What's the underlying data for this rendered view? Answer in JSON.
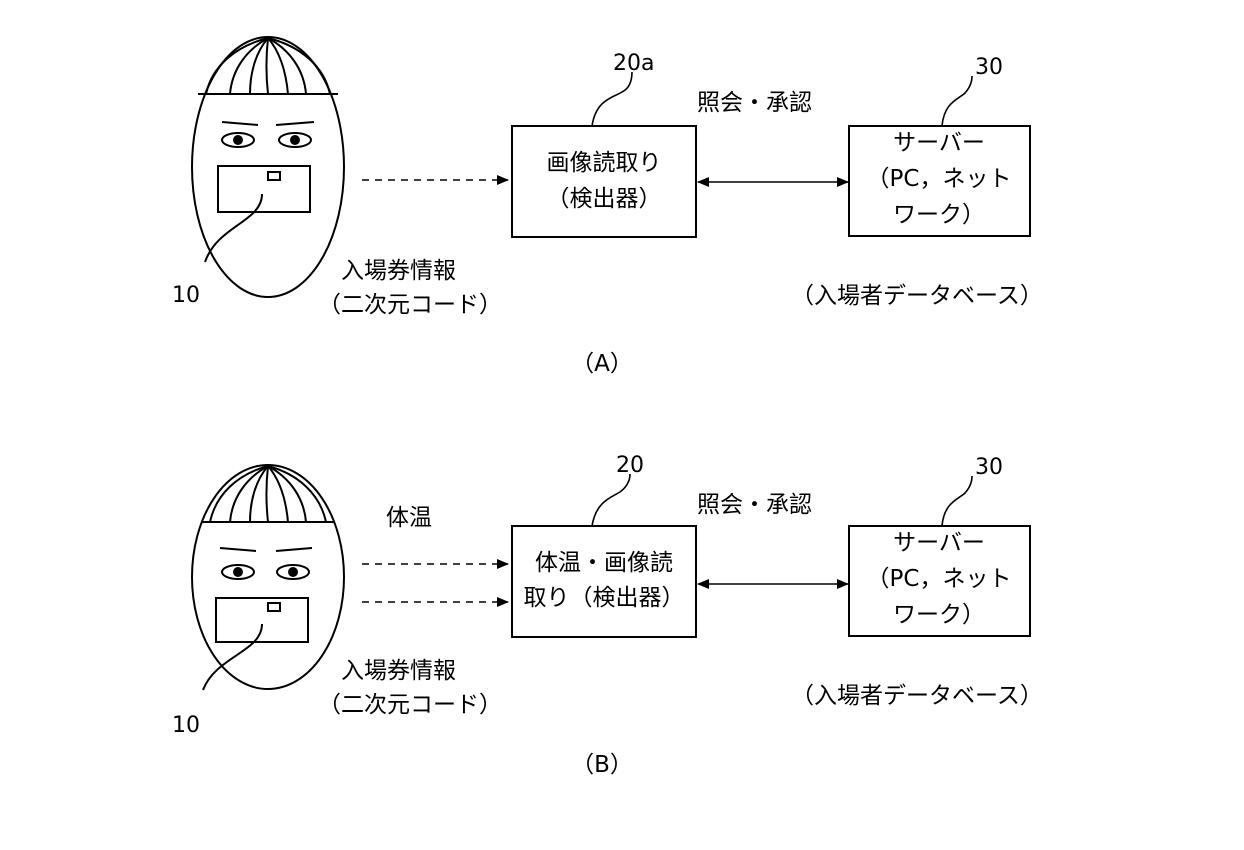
{
  "panel_a": {
    "label": "（A）",
    "ref_person": "10",
    "ticket_info_line1": "入場券情報",
    "ticket_info_line2": "（二次元コード）",
    "ref_detector": "20a",
    "detector_line1": "画像読取り",
    "detector_line2": "（検出器）",
    "query_label": "照会・承認",
    "ref_server": "30",
    "server_line1": "サーバー",
    "server_line2": "（PC，ネット",
    "server_line3": "ワーク）",
    "database_label": "（入場者データベース）"
  },
  "panel_b": {
    "label": "（B）",
    "ref_person": "10",
    "temperature_label": "体温",
    "ticket_info_line1": "入場券情報",
    "ticket_info_line2": "（二次元コード）",
    "ref_detector": "20",
    "detector_line1": "体温・画像読",
    "detector_line2": "取り（検出器）",
    "query_label": "照会・承認",
    "ref_server": "30",
    "server_line1": "サーバー",
    "server_line2": "（PC，ネット",
    "server_line3": "ワーク）",
    "database_label": "（入場者データベース）"
  }
}
